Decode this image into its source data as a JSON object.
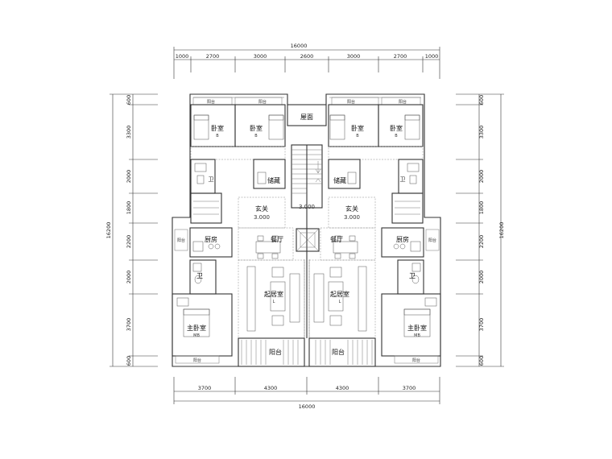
{
  "dimensions": {
    "top_total": "16000",
    "top_segments": [
      "1000",
      "2700",
      "3000",
      "2600",
      "3000",
      "2700",
      "1000"
    ],
    "bottom_segments": [
      "3700",
      "4300",
      "4300",
      "3700"
    ],
    "bottom_total": "16000",
    "left_segments": [
      "600",
      "3300",
      "2000",
      "1800",
      "2200",
      "2000",
      "3700",
      "600"
    ],
    "left_total": "16200",
    "right_segments": [
      "600",
      "3300",
      "2000",
      "1800",
      "2200",
      "2000",
      "3700",
      "600"
    ],
    "right_total": "16200"
  },
  "rooms": {
    "bedroom": "卧室",
    "bedroom_sub": "B",
    "roof": "屋面",
    "storage": "储藏",
    "foyer": "玄关",
    "foyer_level": "3.000",
    "stair_level": "3.000",
    "dining": "餐厅",
    "kitchen": "厨房",
    "bathroom": "卫",
    "living": "起居室",
    "living_sub": "L",
    "master_bedroom": "主卧室",
    "master_sub": "MB",
    "balcony": "阳台",
    "window_label": "阳台"
  }
}
